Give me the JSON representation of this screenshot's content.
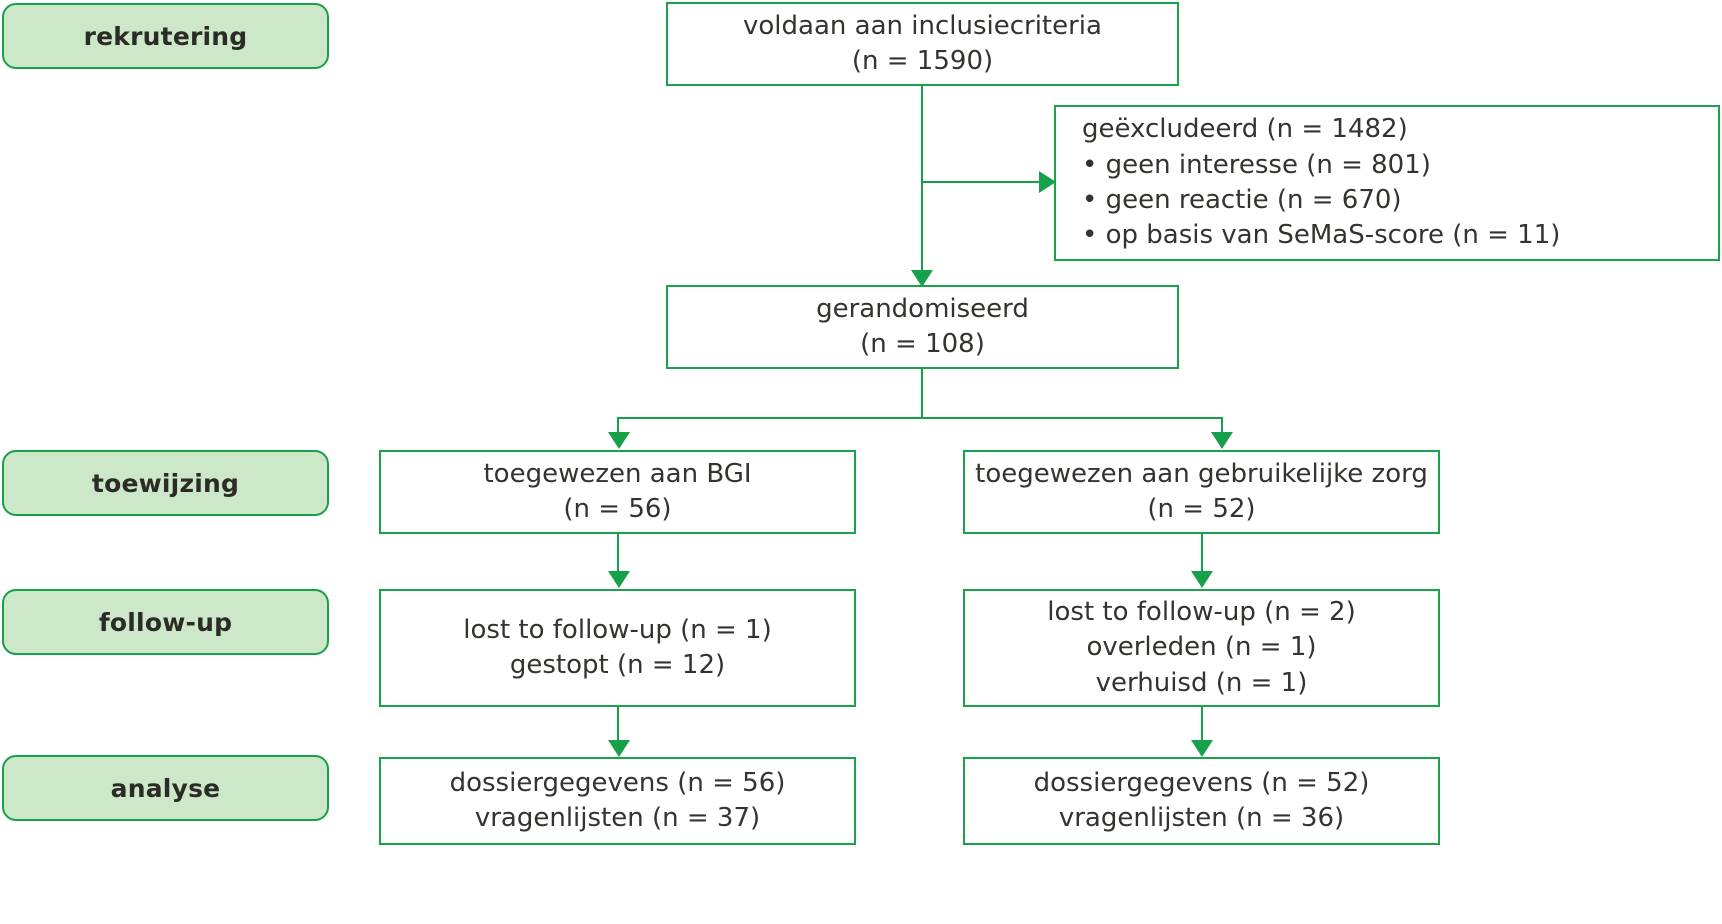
{
  "diagram": {
    "title": "CONSORT stroomdiagram",
    "language": "nl",
    "colors": {
      "border": "#1aa24d",
      "label_fill": "#cde7c9",
      "arrow": "#17a04a",
      "text": "#33332f"
    }
  },
  "stage_labels": [
    {
      "id": "rekrutering",
      "label": "rekrutering"
    },
    {
      "id": "toewijzing",
      "label": "toewijzing"
    },
    {
      "id": "follow-up",
      "label": "follow-up"
    },
    {
      "id": "analyse",
      "label": "analyse"
    }
  ],
  "boxes": {
    "inclusion": {
      "line1": "voldaan aan inclusiecriteria",
      "line2": "(n = 1590)"
    },
    "excluded": {
      "line1": "geëxcludeerd (n = 1482)",
      "line2": "• geen interesse (n = 801)",
      "line3": "• geen reactie (n = 670)",
      "line4": "• op basis van SeMaS-score (n = 11)"
    },
    "randomised": {
      "line1": "gerandomiseerd",
      "line2": "(n = 108)"
    },
    "alloc_left": {
      "line1": "toegewezen aan BGI",
      "line2": "(n = 56)"
    },
    "alloc_right": {
      "line1": "toegewezen aan gebruikelijke zorg",
      "line2": "(n = 52)"
    },
    "followup_left": {
      "line1": "lost to follow-up (n = 1)",
      "line2": "gestopt (n = 12)"
    },
    "followup_right": {
      "line1": "lost to follow-up (n = 2)",
      "line2": "overleden (n = 1)",
      "line3": "verhuisd (n = 1)"
    },
    "analysis_left": {
      "line1": "dossiergegevens (n = 56)",
      "line2": "vragenlijsten (n = 37)"
    },
    "analysis_right": {
      "line1": "dossiergegevens (n = 52)",
      "line2": "vragenlijsten (n = 36)"
    }
  }
}
